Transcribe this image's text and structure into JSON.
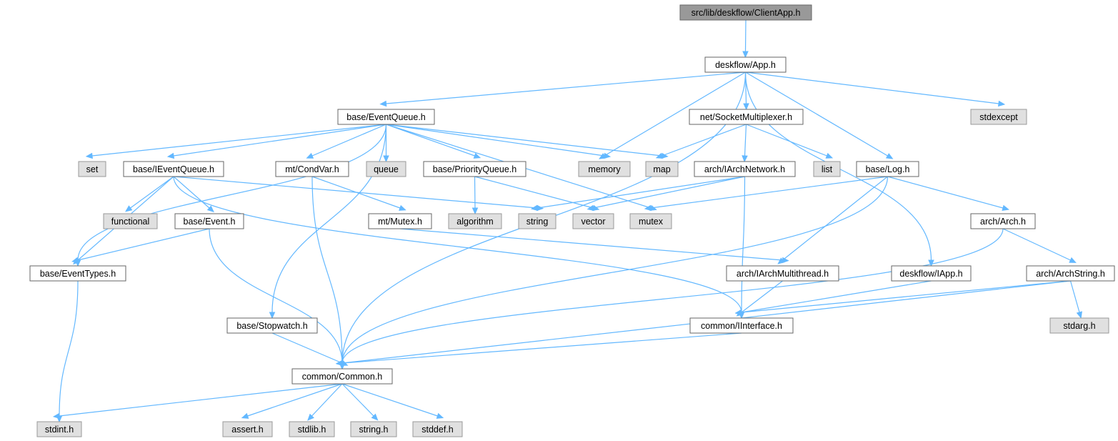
{
  "colors": {
    "edge": "#63b8ff",
    "root_fill": "#999999",
    "root_stroke": "#666666",
    "local_fill": "#ffffff",
    "local_stroke": "#666666",
    "system_fill": "#e0e0e0",
    "system_stroke": "#999999"
  },
  "nodes": {
    "client_app": {
      "label": "src/lib/deskflow/ClientApp.h",
      "kind": "root"
    },
    "app": {
      "label": "deskflow/App.h",
      "kind": "local"
    },
    "event_queue": {
      "label": "base/EventQueue.h",
      "kind": "local"
    },
    "socket_multiplexer": {
      "label": "net/SocketMultiplexer.h",
      "kind": "local"
    },
    "stdexcept": {
      "label": "stdexcept",
      "kind": "system"
    },
    "set": {
      "label": "set",
      "kind": "system"
    },
    "ievent_queue": {
      "label": "base/IEventQueue.h",
      "kind": "local"
    },
    "cond_var": {
      "label": "mt/CondVar.h",
      "kind": "local"
    },
    "queue": {
      "label": "queue",
      "kind": "system"
    },
    "priority_queue": {
      "label": "base/PriorityQueue.h",
      "kind": "local"
    },
    "memory": {
      "label": "memory",
      "kind": "system"
    },
    "map": {
      "label": "map",
      "kind": "system"
    },
    "iarch_network": {
      "label": "arch/IArchNetwork.h",
      "kind": "local"
    },
    "list": {
      "label": "list",
      "kind": "system"
    },
    "log": {
      "label": "base/Log.h",
      "kind": "local"
    },
    "functional": {
      "label": "functional",
      "kind": "system"
    },
    "event": {
      "label": "base/Event.h",
      "kind": "local"
    },
    "mutex_h": {
      "label": "mt/Mutex.h",
      "kind": "local"
    },
    "algorithm": {
      "label": "algorithm",
      "kind": "system"
    },
    "string": {
      "label": "string",
      "kind": "system"
    },
    "vector": {
      "label": "vector",
      "kind": "system"
    },
    "mutex": {
      "label": "mutex",
      "kind": "system"
    },
    "arch": {
      "label": "arch/Arch.h",
      "kind": "local"
    },
    "event_types": {
      "label": "base/EventTypes.h",
      "kind": "local"
    },
    "iarch_multithread": {
      "label": "arch/IArchMultithread.h",
      "kind": "local"
    },
    "iapp": {
      "label": "deskflow/IApp.h",
      "kind": "local"
    },
    "arch_string": {
      "label": "arch/ArchString.h",
      "kind": "local"
    },
    "stopwatch": {
      "label": "base/Stopwatch.h",
      "kind": "local"
    },
    "iinterface": {
      "label": "common/IInterface.h",
      "kind": "local"
    },
    "stdarg": {
      "label": "stdarg.h",
      "kind": "system"
    },
    "common": {
      "label": "common/Common.h",
      "kind": "local"
    },
    "stdint": {
      "label": "stdint.h",
      "kind": "system"
    },
    "assert": {
      "label": "assert.h",
      "kind": "system"
    },
    "stdlib": {
      "label": "stdlib.h",
      "kind": "system"
    },
    "string_h": {
      "label": "string.h",
      "kind": "system"
    },
    "stddef": {
      "label": "stddef.h",
      "kind": "system"
    }
  },
  "edges": [
    [
      "client_app",
      "app"
    ],
    [
      "app",
      "event_queue"
    ],
    [
      "app",
      "socket_multiplexer"
    ],
    [
      "app",
      "stdexcept"
    ],
    [
      "app",
      "memory"
    ],
    [
      "app",
      "log"
    ],
    [
      "app",
      "iapp"
    ],
    [
      "app",
      "common"
    ],
    [
      "event_queue",
      "set"
    ],
    [
      "event_queue",
      "ievent_queue"
    ],
    [
      "event_queue",
      "cond_var"
    ],
    [
      "event_queue",
      "queue"
    ],
    [
      "event_queue",
      "priority_queue"
    ],
    [
      "event_queue",
      "memory"
    ],
    [
      "event_queue",
      "map"
    ],
    [
      "event_queue",
      "mutex"
    ],
    [
      "event_queue",
      "event_types"
    ],
    [
      "event_queue",
      "stopwatch"
    ],
    [
      "socket_multiplexer",
      "map"
    ],
    [
      "socket_multiplexer",
      "list"
    ],
    [
      "socket_multiplexer",
      "iarch_network"
    ],
    [
      "ievent_queue",
      "functional"
    ],
    [
      "ievent_queue",
      "event"
    ],
    [
      "ievent_queue",
      "event_types"
    ],
    [
      "ievent_queue",
      "string"
    ],
    [
      "ievent_queue",
      "iinterface"
    ],
    [
      "cond_var",
      "mutex_h"
    ],
    [
      "cond_var",
      "common"
    ],
    [
      "priority_queue",
      "algorithm"
    ],
    [
      "priority_queue",
      "vector"
    ],
    [
      "iarch_network",
      "string"
    ],
    [
      "iarch_network",
      "vector"
    ],
    [
      "iarch_network",
      "iinterface"
    ],
    [
      "log",
      "mutex"
    ],
    [
      "log",
      "arch"
    ],
    [
      "log",
      "iarch_multithread"
    ],
    [
      "log",
      "common"
    ],
    [
      "event",
      "event_types"
    ],
    [
      "event",
      "common"
    ],
    [
      "mutex_h",
      "iarch_multithread"
    ],
    [
      "arch",
      "arch_string"
    ],
    [
      "arch",
      "common"
    ],
    [
      "event_types",
      "stdint"
    ],
    [
      "iarch_multithread",
      "iinterface"
    ],
    [
      "iapp",
      "iinterface"
    ],
    [
      "arch_string",
      "stdarg"
    ],
    [
      "arch_string",
      "iinterface"
    ],
    [
      "arch_string",
      "common"
    ],
    [
      "stopwatch",
      "common"
    ],
    [
      "iinterface",
      "common"
    ],
    [
      "common",
      "stdint"
    ],
    [
      "common",
      "assert"
    ],
    [
      "common",
      "stdlib"
    ],
    [
      "common",
      "string_h"
    ],
    [
      "common",
      "stddef"
    ]
  ]
}
